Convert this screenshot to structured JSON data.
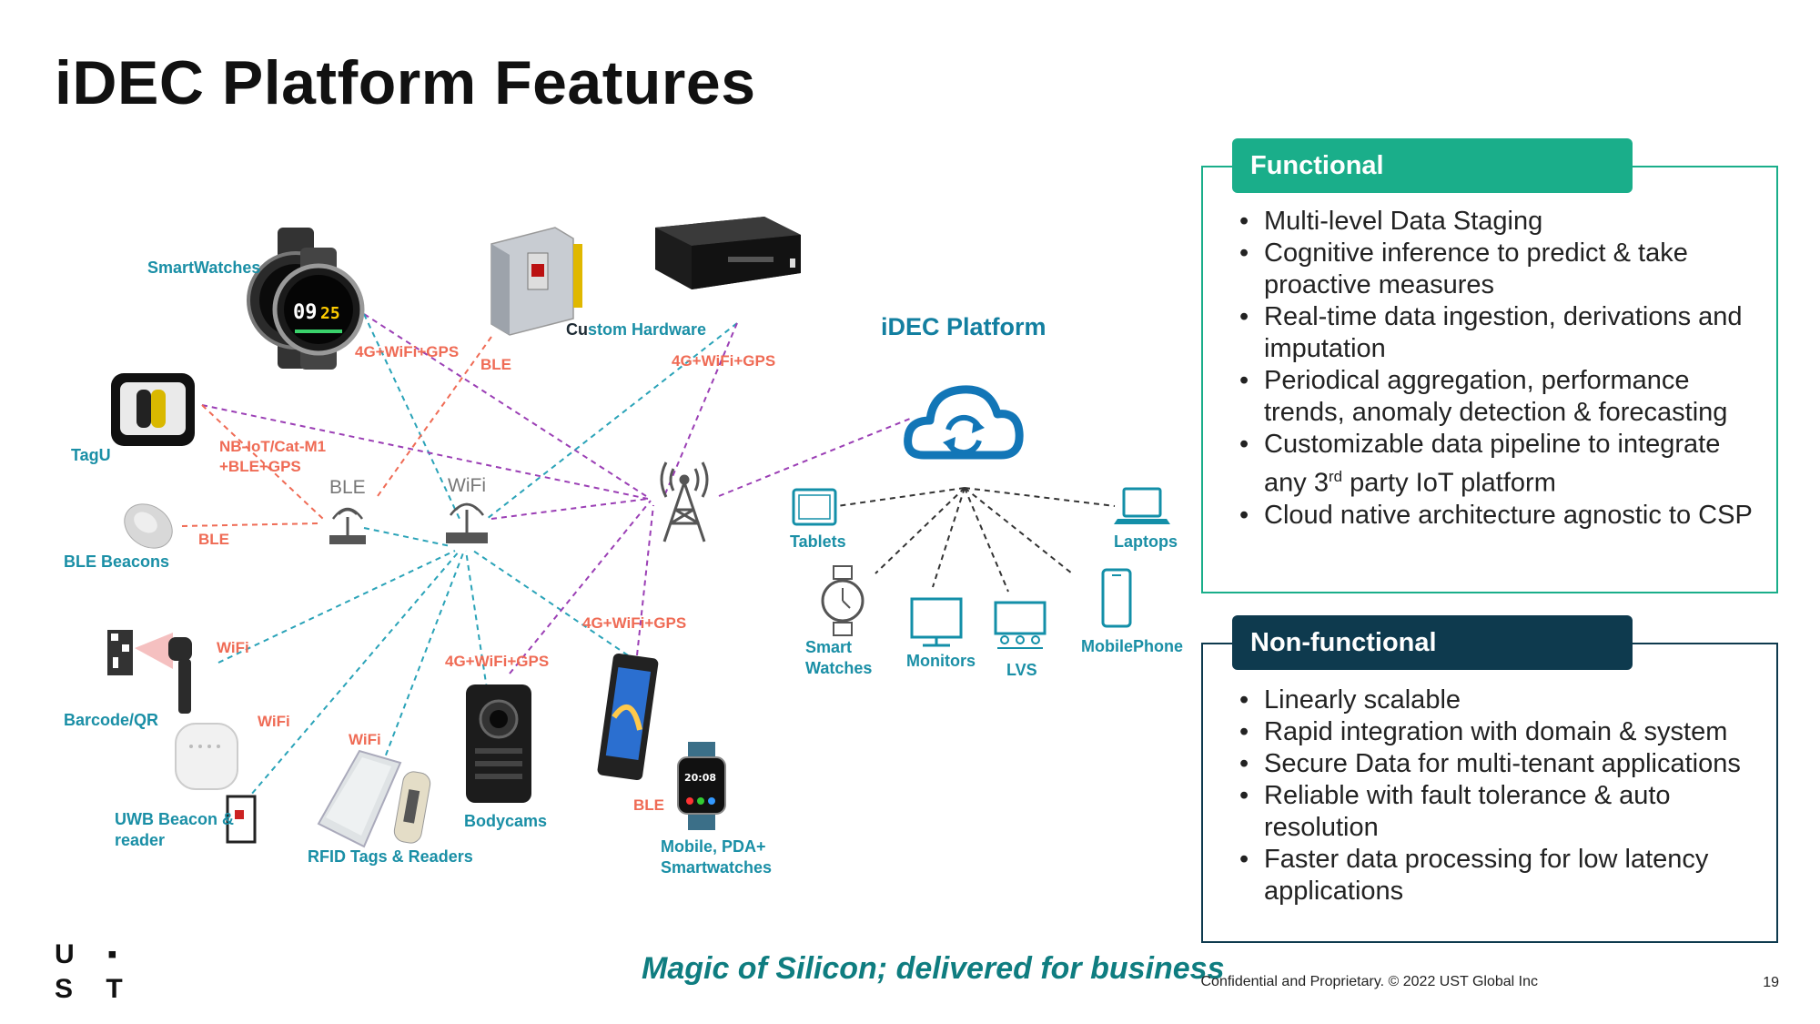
{
  "page": {
    "title": "iDEC Platform Features"
  },
  "diagram": {
    "platform_label": "iDEC Platform",
    "devices": {
      "smartwatches": "SmartWatches",
      "custom_hardware_bold": "Cu",
      "custom_hardware_rest": "stom Hardware",
      "tagu": "TagU",
      "ble_beacons": "BLE Beacons",
      "barcode_qr": "Barcode/QR",
      "uwb_beacon_line1": "UWB Beacon &",
      "uwb_beacon_line2": "reader",
      "rfid": "RFID Tags & Readers",
      "bodycams": "Bodycams",
      "mobile_line1": "Mobile, PDA+",
      "mobile_line2": "Smartwatches"
    },
    "hubs": {
      "ble": "BLE",
      "wifi": "WiFi"
    },
    "protocols": {
      "p1": "4G+WiFi+GPS",
      "p2": "BLE",
      "p3": "4G+WiFi+GPS",
      "p4_line1": "NB-IoT/Cat-M1",
      "p4_line2": "+BLE+GPS",
      "p5": "BLE",
      "p6": "WiFi",
      "p7": "WiFi",
      "p8": "WiFi",
      "p9": "4G+WiFi+GPS",
      "p10": "4G+WiFi+GPS",
      "p11": "BLE"
    },
    "clients": {
      "tablets": "Tablets",
      "laptops": "Laptops",
      "smart_watches_line1": "Smart",
      "smart_watches_line2": "Watches",
      "monitors": "Monitors",
      "lvs": "LVS",
      "mobilephone": "MobilePhone"
    }
  },
  "functional": {
    "header": "Functional",
    "items": [
      "Multi-level Data Staging",
      "Cognitive inference to predict & take proactive measures",
      "Real-time data ingestion, derivations and imputation",
      "Periodical aggregation, performance trends, anomaly detection & forecasting",
      {
        "before": "Customizable data pipeline to integrate any 3",
        "sup": "rd",
        "after": " party IoT platform"
      },
      "Cloud native architecture agnostic to CSP"
    ]
  },
  "nonfunctional": {
    "header": "Non-functional",
    "items": [
      "Linearly scalable",
      "Rapid integration with domain & system",
      "Secure Data for multi-tenant applications",
      "Reliable with fault tolerance & auto resolution",
      "Faster data processing for low latency applications"
    ]
  },
  "footer": {
    "tagline": "Magic of Silicon; delivered for business",
    "confidential": "Confidential and Proprietary. © 2022 UST Global Inc",
    "page_number": "19",
    "logo_line1": "U ▪",
    "logo_line2": "S T"
  },
  "colors": {
    "functional_green": "#1aae8a",
    "nonfunctional_navy": "#0e3a4e",
    "label_blue": "#1a8fa6",
    "protocol_red": "#ef6b55",
    "link_purple": "#9b3fb5",
    "link_teal": "#2aa3b8",
    "cloud_blue": "#1276b7"
  },
  "icons": [
    "smartwatch-icon",
    "custom-hardware-icon",
    "gateway-box-icon",
    "tagu-icon",
    "ble-beacon-icon",
    "barcode-scanner-icon",
    "uwb-beacon-icon",
    "rfid-reader-icon",
    "bodycam-icon",
    "pda-icon",
    "small-smartwatch-icon",
    "router-icon",
    "cell-tower-icon",
    "cloud-sync-icon",
    "tablet-icon",
    "laptop-icon",
    "watch-icon",
    "monitor-icon",
    "lvs-icon",
    "mobile-phone-icon"
  ]
}
